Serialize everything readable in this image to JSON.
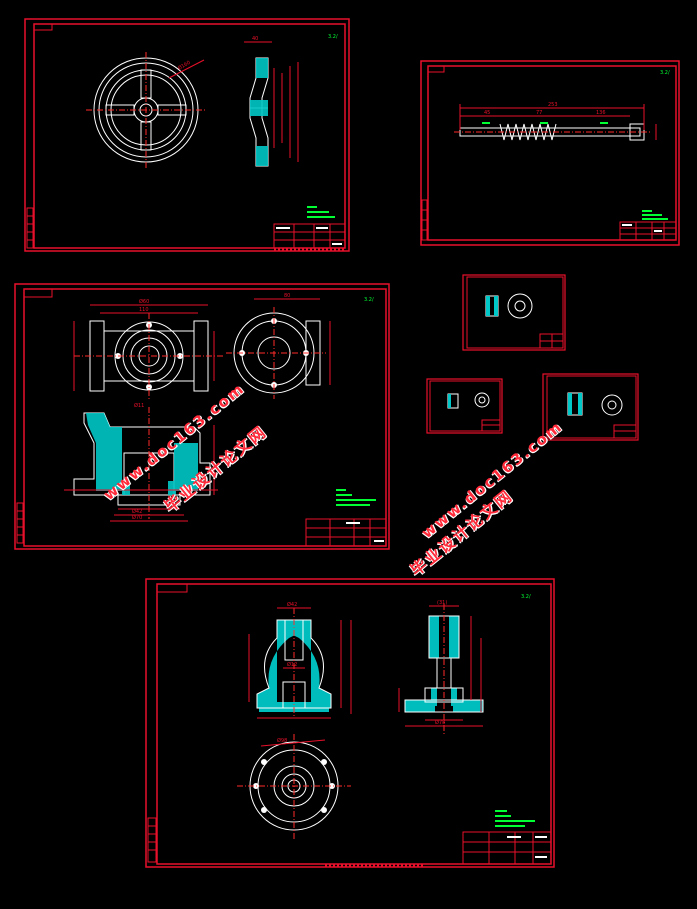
{
  "colors": {
    "background": "#000000",
    "frame": "#e8102a",
    "geometry": "#ffffff",
    "dimension": "#e8102a",
    "center_line": "#ff2a2a",
    "hatch": "#00c8c8",
    "annotation": "#00ff33",
    "watermark": "#ff2a3a"
  },
  "watermarks": {
    "url": "www.doc163.com",
    "cn": "毕业设计论文网"
  },
  "sheets": {
    "handwheel": {
      "ra_label": "3.2/"
    },
    "shaft": {
      "ra_label": "3.2/"
    },
    "valve_body": {
      "ra_label": "3.2/"
    },
    "valve_core": {
      "ra_label": "3.2/"
    }
  }
}
